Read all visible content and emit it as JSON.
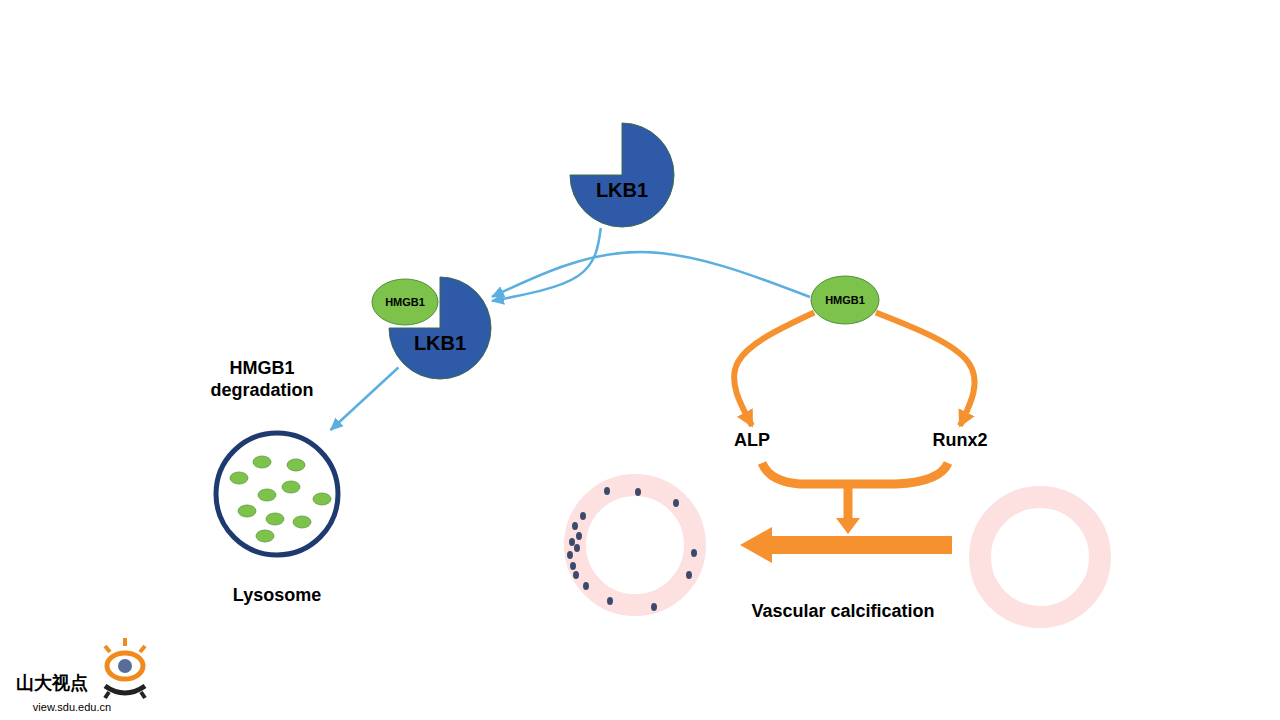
{
  "diagram": {
    "nodes": [
      {
        "text": [
          "LKB1"
        ]
      },
      {
        "text": [
          "LKB1"
        ]
      },
      {
        "text": [
          "HMGB1"
        ]
      },
      {
        "text": [
          "HMGB1"
        ]
      },
      {
        "text": [
          "ALP"
        ]
      },
      {
        "text": [
          "Runx2"
        ]
      },
      {
        "text": [
          "Lysosome"
        ]
      }
    ],
    "edges": [
      {
        "from": 0,
        "to": 1,
        "arrow": "to"
      },
      {
        "from": 3,
        "to": 1,
        "arrow": "to"
      },
      {
        "from": 1,
        "to": 6,
        "arrow": "to"
      },
      {
        "from": 3,
        "to": 4,
        "arrow": "to"
      },
      {
        "from": 3,
        "to": 5,
        "arrow": "to"
      }
    ],
    "labels": [
      "HMGB1 degradation",
      "Vascular calcification",
      "山大视点",
      "view.sdu.edu.cn"
    ]
  }
}
